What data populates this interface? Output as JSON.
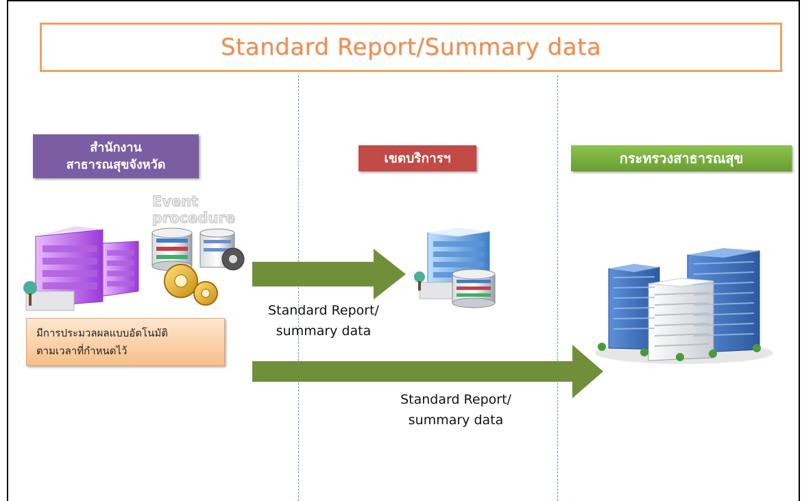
{
  "title": "Standard Report/Summary data",
  "columns": {
    "province": {
      "label_line1": "สำนักงาน",
      "label_line2": "สาธารณสุขจังหวัด",
      "color": "#7a5da3"
    },
    "region": {
      "label": "เขตบริการฯ",
      "color": "#c24a47"
    },
    "ministry": {
      "label": "กระทรวงสาธารณสุข",
      "color": "#7ab342"
    }
  },
  "event_procedure": {
    "line1": "Event",
    "line2": "procedure"
  },
  "note": {
    "line1": "มีการประมวลผลแบบอัตโนมัติ",
    "line2": "ตามเวลาที่กำหนดไว้"
  },
  "arrows": [
    {
      "line1": "Standard Report/",
      "line2": "summary data",
      "color": "#6f8f3a"
    },
    {
      "line1": "Standard Report/",
      "line2": "summary data",
      "color": "#6f8f3a"
    }
  ],
  "icons": [
    "building-purple-icon",
    "database-gear-icon",
    "server-icon",
    "building-blue-icon",
    "city-buildings-icon"
  ]
}
